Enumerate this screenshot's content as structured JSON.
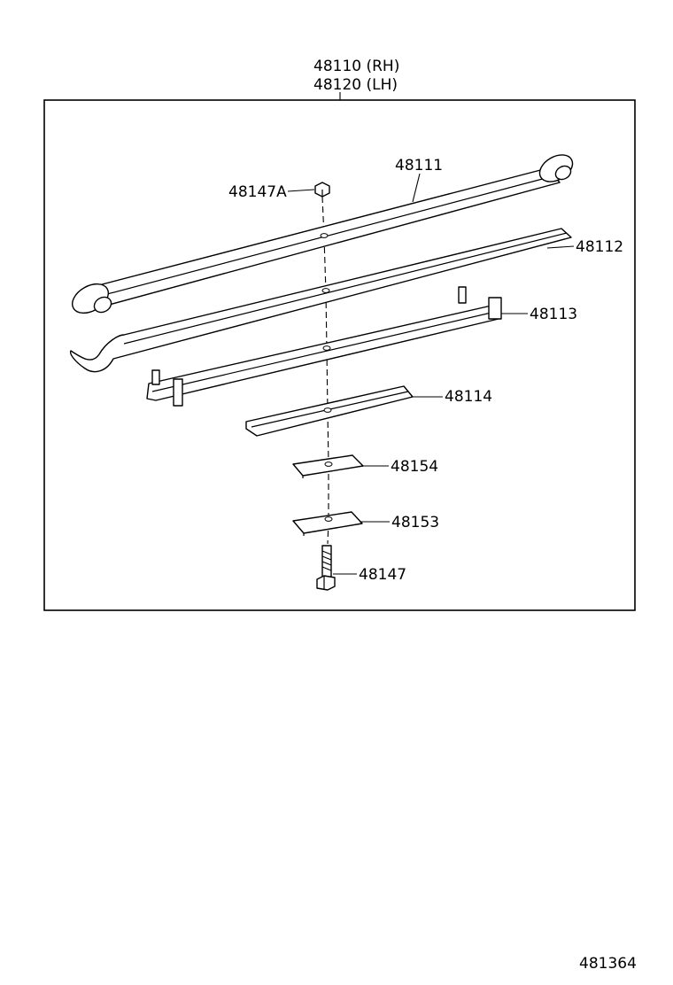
{
  "assembly": {
    "label_rh": "48110 (RH)",
    "label_lh": "48120 (LH)"
  },
  "parts": [
    {
      "id": "main_leaf",
      "label": "48111"
    },
    {
      "id": "second_leaf",
      "label": "48112"
    },
    {
      "id": "third_leaf",
      "label": "48113"
    },
    {
      "id": "fourth_leaf",
      "label": "48114"
    },
    {
      "id": "spacer_upper",
      "label": "48154"
    },
    {
      "id": "spacer_lower",
      "label": "48153"
    },
    {
      "id": "center_bolt",
      "label": "48147"
    },
    {
      "id": "center_nut",
      "label": "48147A"
    }
  ],
  "diagram_id": "481364"
}
